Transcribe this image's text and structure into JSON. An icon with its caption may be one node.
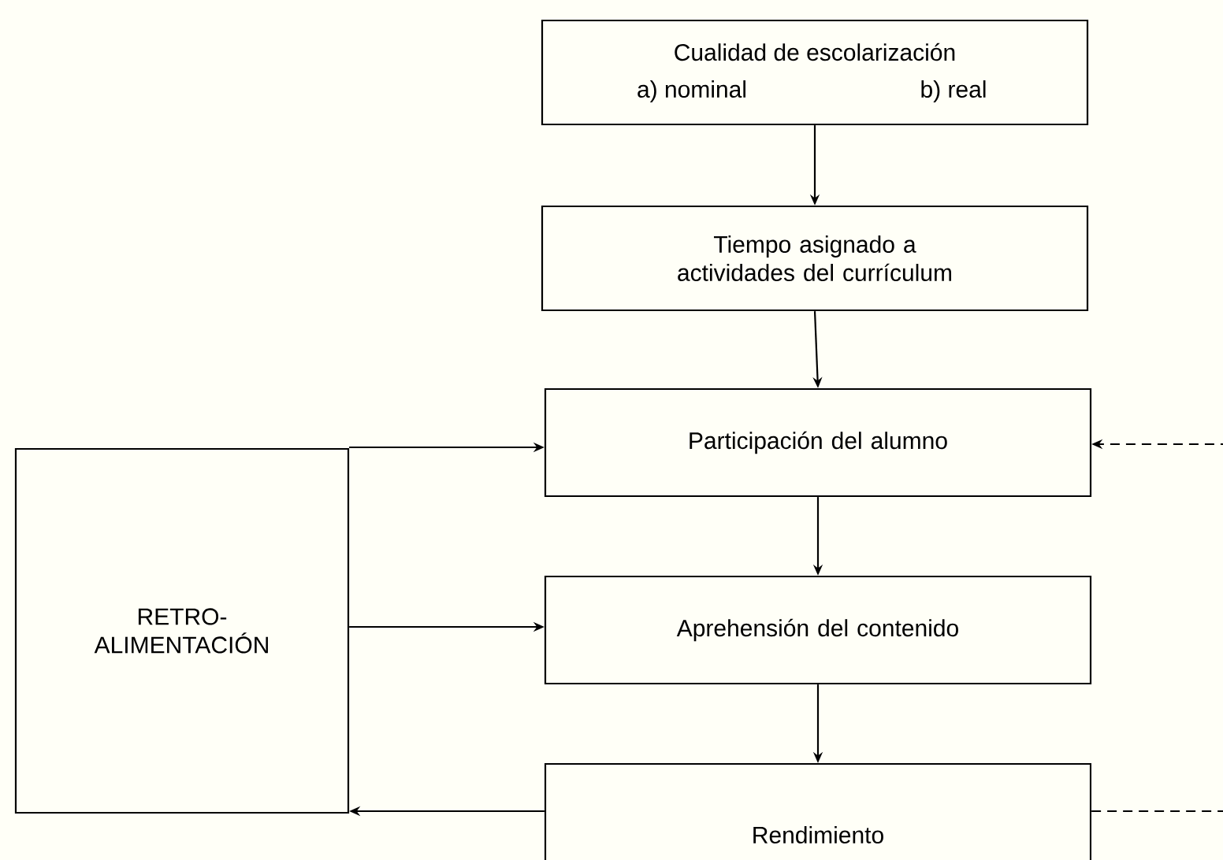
{
  "diagram": {
    "nodes": [
      {
        "text": [
          "Cualidad de escolarización",
          "a) nominal",
          "b) real"
        ]
      },
      {
        "text": [
          "Tiempo asignado a actividades del currículum"
        ]
      },
      {
        "text": [
          "Participación del alumno"
        ]
      },
      {
        "text": [
          "Aprehensión del contenido"
        ]
      },
      {
        "text": [
          "Rendimiento"
        ]
      },
      {
        "text": [
          "RETRO- ALIMENTACIÓN"
        ]
      }
    ],
    "edges": [
      {
        "from": 0,
        "to": 1,
        "arrow": "to"
      },
      {
        "from": 1,
        "to": 2,
        "arrow": "to"
      },
      {
        "from": 2,
        "to": 3,
        "arrow": "to"
      },
      {
        "from": 3,
        "to": 4,
        "arrow": "to"
      },
      {
        "from": 5,
        "to": 2,
        "arrow": "to"
      },
      {
        "from": 5,
        "to": 3,
        "arrow": "to"
      },
      {
        "from": 4,
        "to": 5,
        "arrow": "to"
      },
      {
        "from": 4,
        "to": 2,
        "arrow": "to",
        "style": "dashed"
      }
    ]
  }
}
